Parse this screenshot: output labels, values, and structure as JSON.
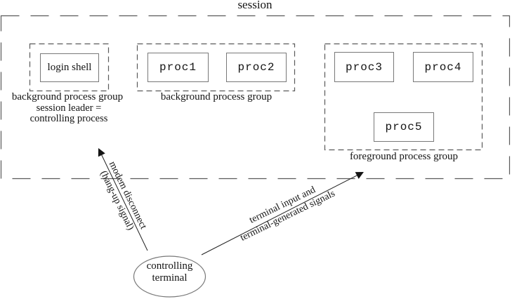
{
  "diagram": {
    "title": "session",
    "boxes": {
      "login_shell": "login shell",
      "proc1": "proc1",
      "proc2": "proc2",
      "proc3": "proc3",
      "proc4": "proc4",
      "proc5": "proc5"
    },
    "group_labels": {
      "background1": "background process group",
      "background2": "background process group",
      "foreground": "foreground process group"
    },
    "session_leader": {
      "line1": "session leader =",
      "line2": "controlling process"
    },
    "arrow_labels": {
      "modem_line1": "modem disconnect",
      "modem_line2": "(hang-up signal)",
      "terminal_line1": "terminal input and",
      "terminal_line2": "terminal-generated signals"
    },
    "terminal_ellipse": {
      "line1": "controlling",
      "line2": "terminal"
    },
    "colors": {
      "line": "#5a5a5a",
      "box_border": "#787878",
      "text": "#141414",
      "background": "#ffffff"
    }
  }
}
